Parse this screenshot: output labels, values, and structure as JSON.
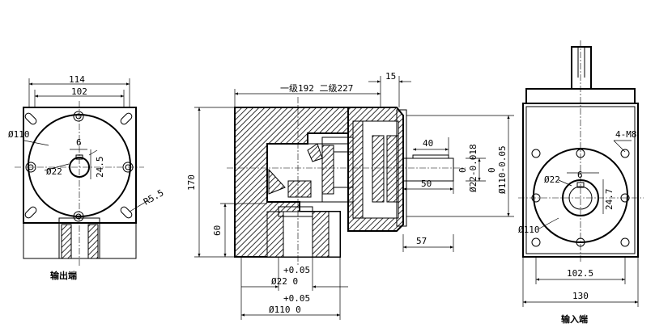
{
  "left_view": {
    "dims": {
      "overall_width": "114",
      "bolt_spacing": "102",
      "pitch_circle": "Ø110",
      "bore": "Ø22",
      "key_width": "6",
      "key_depth": "24.5",
      "corner_radius": "R5.5"
    },
    "caption": "输出端"
  },
  "center_view": {
    "dims": {
      "length_note": "一级192 二级227",
      "flange": "15",
      "height": "170",
      "base": "60",
      "key_len": "40",
      "shaft_len": "50",
      "offset": "57",
      "shaft_tol": "0",
      "shaft_dia": "Ø22-0.018",
      "spigot_tol": "0",
      "spigot_dia": "Ø110-0.05",
      "bore_tol": "+0.05",
      "bore_dia": "Ø22 0",
      "pilot_tol": "+0.05",
      "pilot_dia": "Ø110 0"
    }
  },
  "right_view": {
    "dims": {
      "thread": "4-M8",
      "bore": "Ø22",
      "key_width": "6",
      "key_depth": "24.7",
      "pilot": "Ø110",
      "bolt_spacing": "102.5",
      "overall_width": "130"
    },
    "caption": "输入端"
  }
}
